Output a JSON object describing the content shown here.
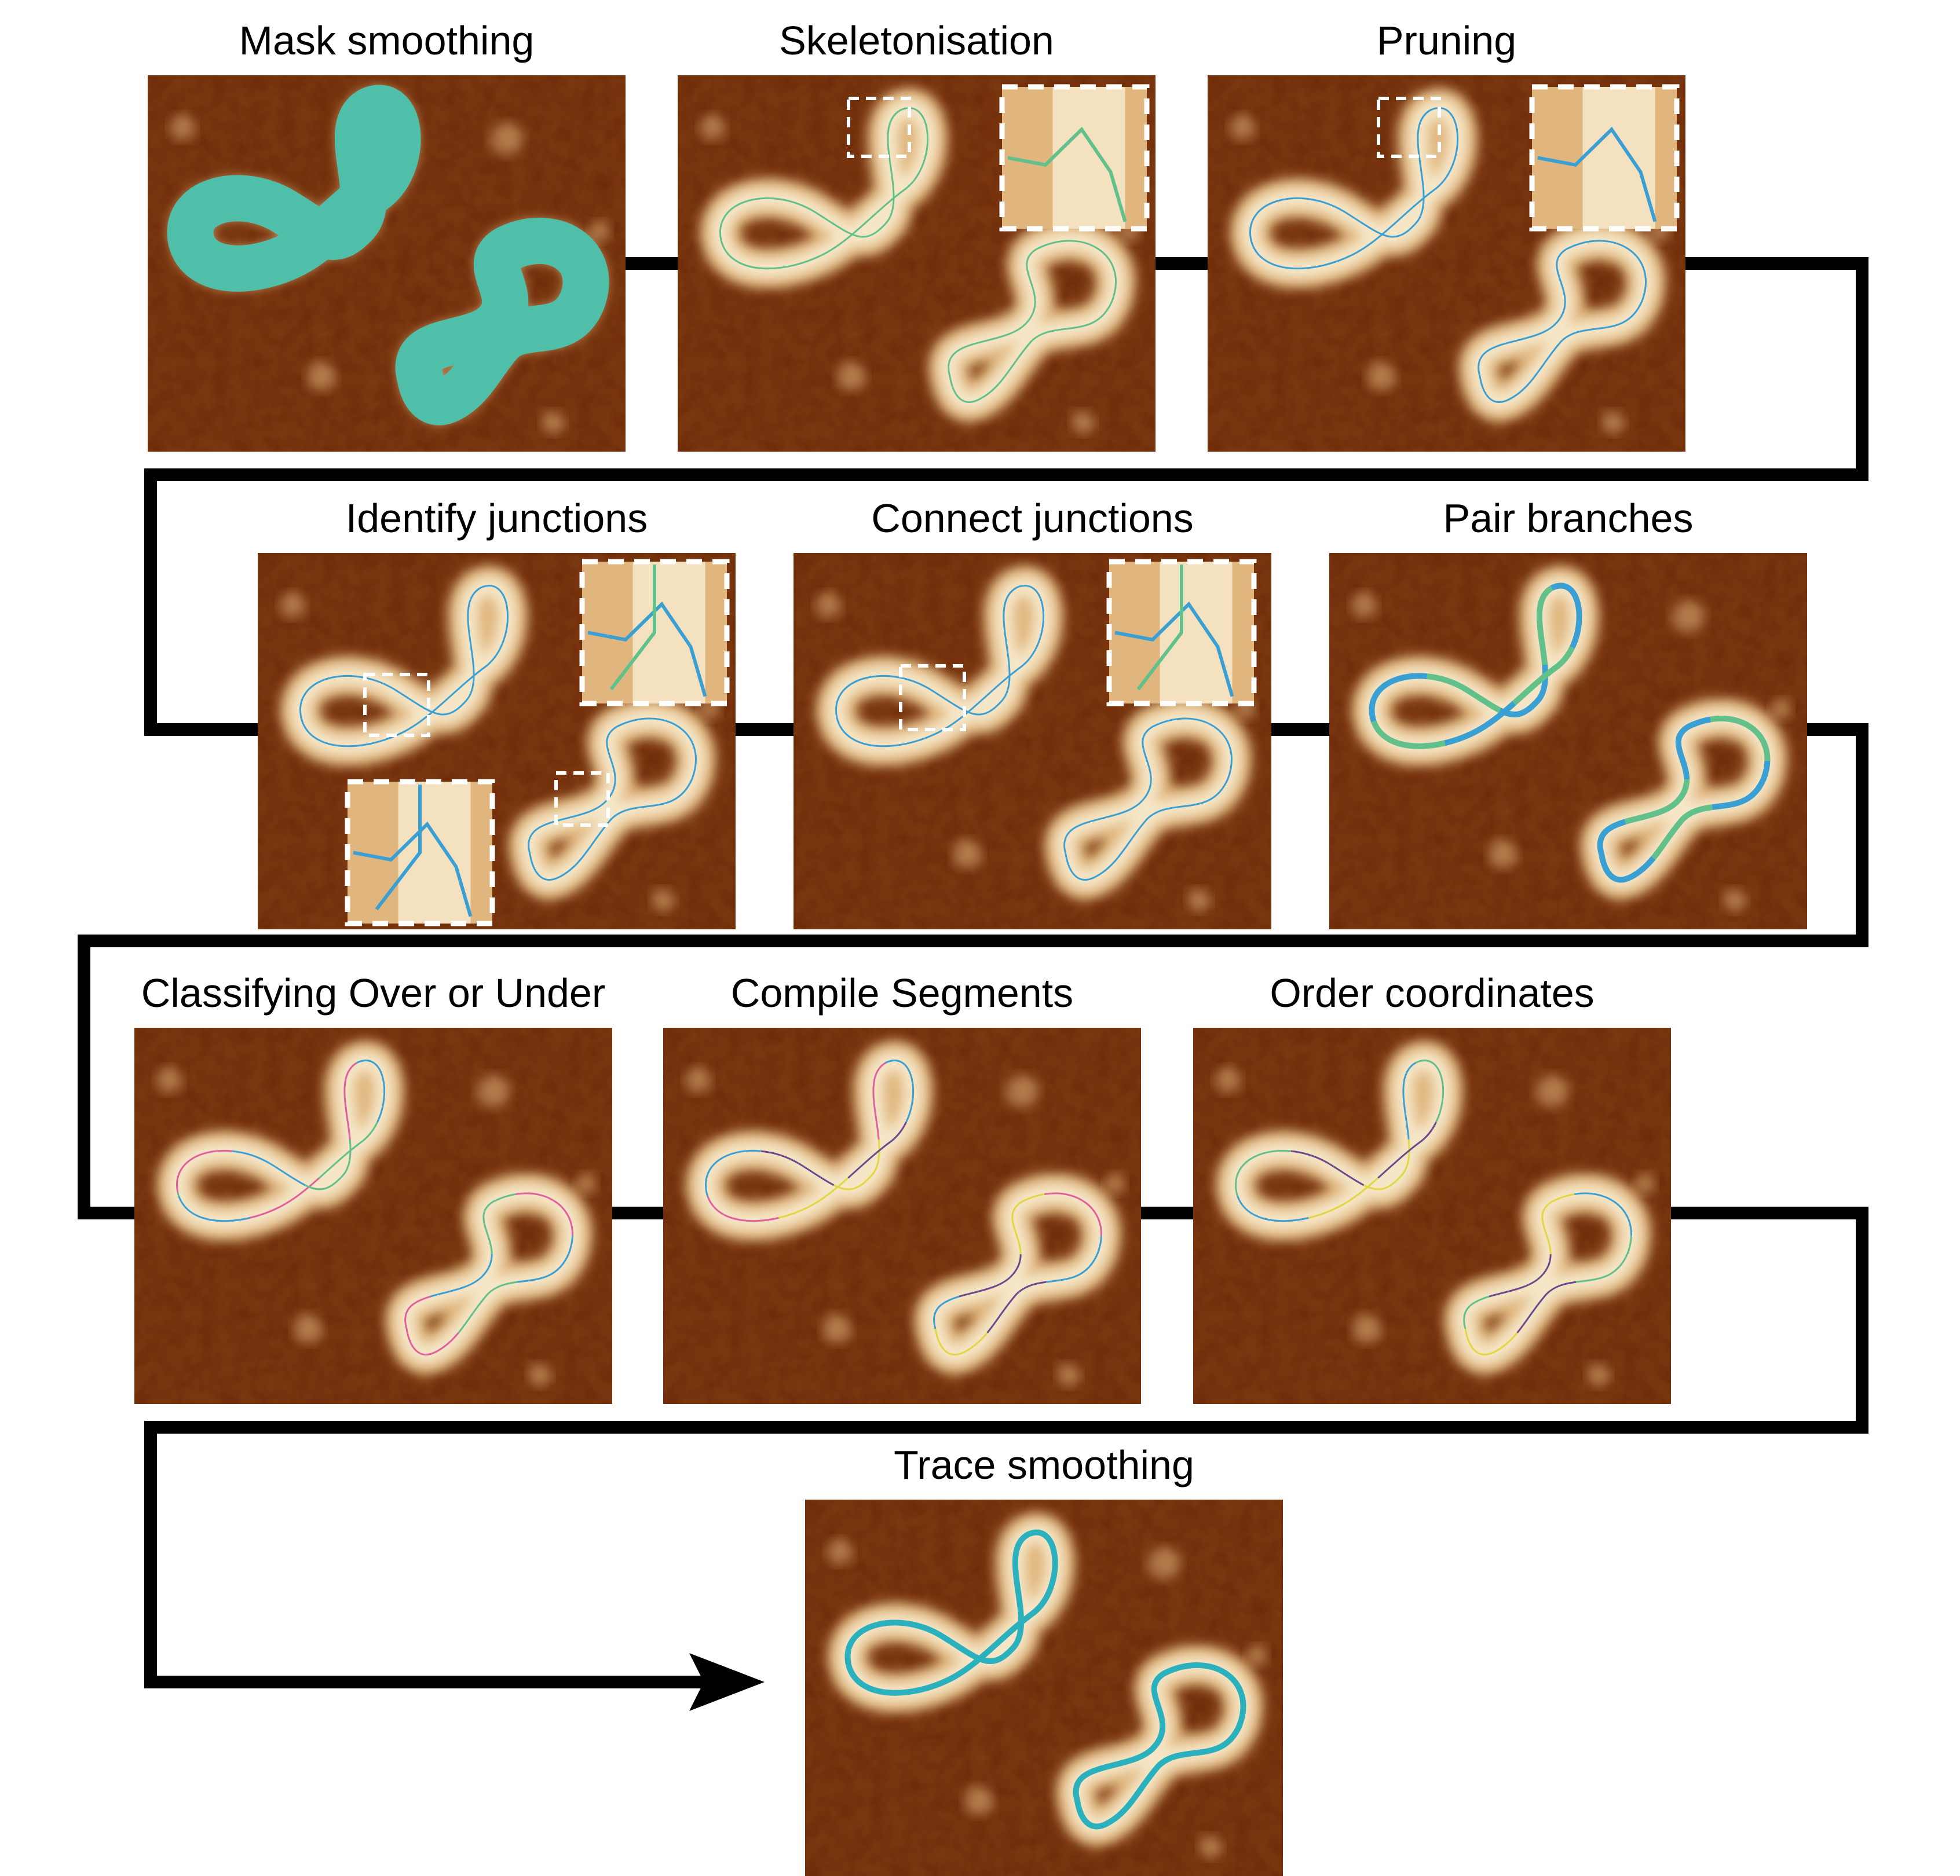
{
  "colors": {
    "background_dark": "#6e2a08",
    "background_mid": "#9a4512",
    "dna_light": "#f8ecd0",
    "dna_mid": "#e0b67e",
    "mask": "#4fbfaa",
    "trace_blue": "#3aa0d4",
    "trace_green": "#62c08a",
    "trace_pink": "#e0609e",
    "trace_purple": "#6a4a8c",
    "trace_yellow": "#e0d840",
    "smooth_trace": "#2bb0bd",
    "box_outline": "#ffffff",
    "connector": "#000000"
  },
  "panels": [
    {
      "title": "Mask smoothing",
      "overlay": "mask",
      "icon": "mask-overlay"
    },
    {
      "title": "Skeletonisation",
      "overlay": "skeleton",
      "insets": 1
    },
    {
      "title": "Pruning",
      "overlay": "pruned",
      "insets": 1
    },
    {
      "title": "Identify junctions",
      "overlay": "junctions",
      "insets": 2
    },
    {
      "title": "Connect junctions",
      "overlay": "connected",
      "insets": 1
    },
    {
      "title": "Pair branches",
      "overlay": "paired"
    },
    {
      "title": "Classifying Over or Under",
      "overlay": "over-under"
    },
    {
      "title": "Compile Segments",
      "overlay": "segments"
    },
    {
      "title": "Order coordinates",
      "overlay": "ordered"
    },
    {
      "title": "Trace smoothing",
      "overlay": "smoothed"
    }
  ]
}
